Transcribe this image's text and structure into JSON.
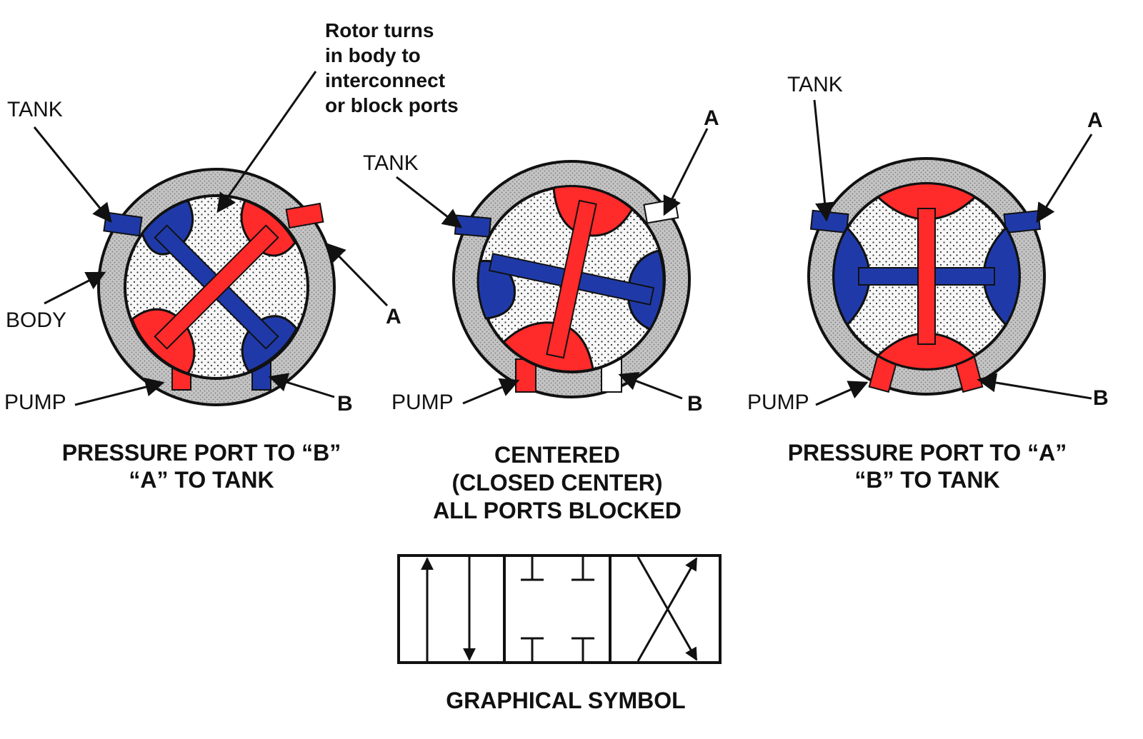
{
  "callout": {
    "line1": "Rotor turns",
    "line2": "in body to",
    "line3": "interconnect",
    "line4": "or block ports"
  },
  "labels": {
    "tank": "TANK",
    "body": "BODY",
    "pump": "PUMP",
    "a": "A",
    "b": "B"
  },
  "captions": {
    "left": {
      "line1": "PRESSURE PORT TO “B”",
      "line2": "“A” TO TANK"
    },
    "center": {
      "line1": "CENTERED",
      "line2": "(CLOSED CENTER)",
      "line3": "ALL PORTS BLOCKED"
    },
    "right": {
      "line1": "PRESSURE PORT TO “A”",
      "line2": "“B” TO TANK"
    }
  },
  "symbol": {
    "caption": "GRAPHICAL SYMBOL"
  },
  "colors": {
    "pressure": "#ff2a2a",
    "tank": "#1f3aa8",
    "body": "#c9c9c9",
    "rotor": "#f2f2f2",
    "ink": "#111111"
  }
}
